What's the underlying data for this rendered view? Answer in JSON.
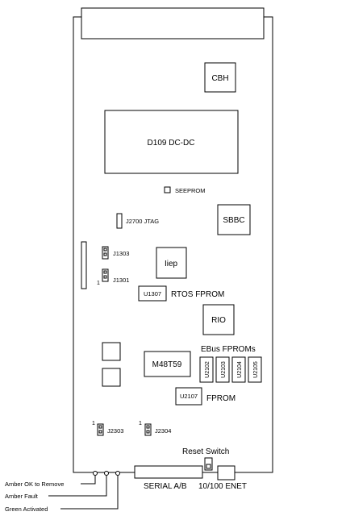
{
  "components": {
    "cbh": "CBH",
    "dcdc": "D109 DC-DC",
    "seeprom": "SEEPROM",
    "sbbc": "SBBC",
    "jtag": "J2700 JTAG",
    "j1303": "J1303",
    "j1301": "J1301",
    "pin1_j1301": "1",
    "iiep": "Iiep",
    "u1307": "U1307",
    "rtos_fprom": "RTOS  FPROM",
    "rio": "RIO",
    "m48t59": "M48T59",
    "ebus_fproms": "EBus  FPROMs",
    "u2102": "U2102",
    "u2103": "U2103",
    "u2104": "U2104",
    "u2105": "U2105",
    "u2107": "U2107",
    "fprom": "FPROM",
    "j2303": "J2303",
    "pin1_j2303": "1",
    "j2304": "J2304",
    "pin1_j2304": "1"
  },
  "connectors": {
    "reset_switch": "Reset  Switch",
    "serial_ab": "SERIAL  A/B",
    "enet": "10/100  ENET"
  },
  "leds": {
    "amber_ok": "Amber  OK to Remove",
    "amber_fault": "Amber Fault",
    "green_activated": "Green Activated"
  }
}
